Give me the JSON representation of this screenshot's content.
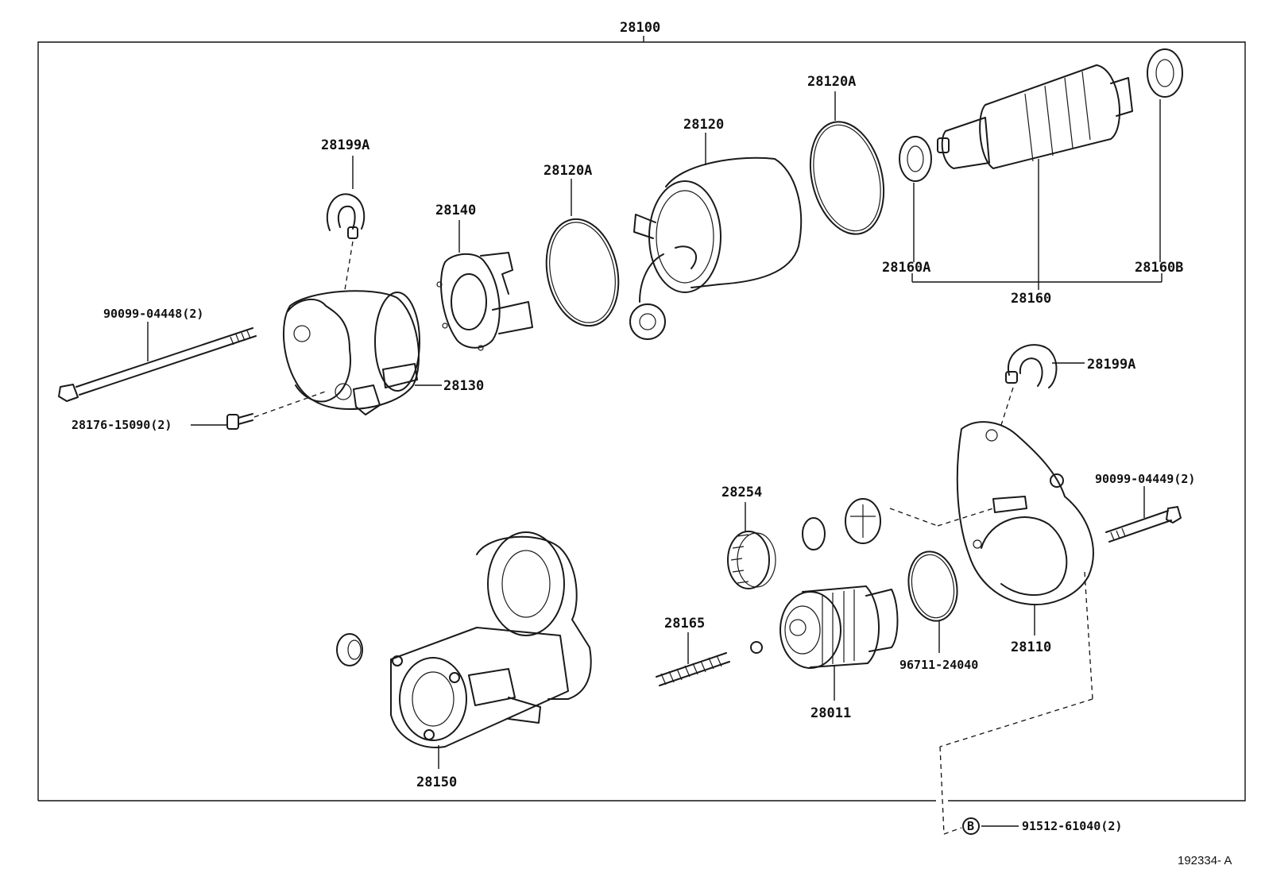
{
  "diagram": {
    "assembly": "28100",
    "figure_code": "192334- A",
    "callouts": {
      "p28199A_top": "28199A",
      "p28140": "28140",
      "p28120A_left": "28120A",
      "p28120": "28120",
      "p28120A_right": "28120A",
      "p28160A": "28160A",
      "p28160": "28160",
      "p28160B": "28160B",
      "p90099_04448": "90099-04448(2)",
      "p28130": "28130",
      "p28176_15090": "28176-15090(2)",
      "p28199A_right": "28199A",
      "p90099_04449": "90099-04449(2)",
      "p28254": "28254",
      "p28165": "28165",
      "p28011": "28011",
      "p96711_24040": "96711-24040",
      "p28110": "28110",
      "p28150": "28150",
      "p91512_61040": "91512-61040(2)",
      "marker_b": "B"
    }
  }
}
